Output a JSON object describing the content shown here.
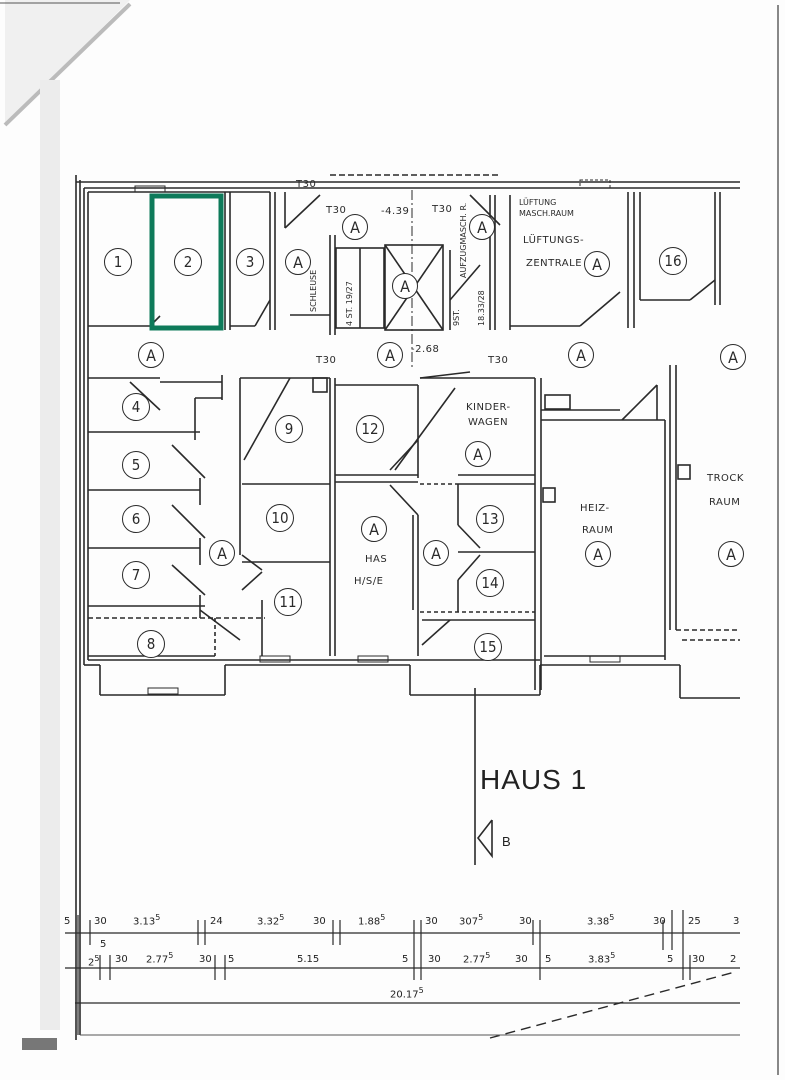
{
  "drawing": {
    "title": "HAUS 1",
    "section_marker": "B",
    "highlight_color": "#0e7a5a",
    "line_color": "#2a2a2a",
    "highlighted_room": "2"
  },
  "rooms": {
    "r1": "1",
    "r2": "2",
    "r3": "3",
    "r4": "4",
    "r5": "5",
    "r6": "6",
    "r7": "7",
    "r8": "8",
    "r9": "9",
    "r10": "10",
    "r11": "11",
    "r12": "12",
    "r13": "13",
    "r14": "14",
    "r15": "15",
    "r16": "16"
  },
  "zone_marker": "A",
  "labels": {
    "lueftung_masch": "LÜFTUNG",
    "lueftung_masch2": "MASCH.RAUM",
    "lueftungs_zentrale1": "LÜFTUNGS-",
    "lueftungs_zentrale2": "ZENTRALE",
    "kinderwagen1": "KINDER-",
    "kinderwagen2": "WAGEN",
    "heizraum1": "HEIZ-",
    "heizraum2": "RAUM",
    "trockenraum1": "TROCK",
    "trockenraum2": "RAUM",
    "has1": "HAS",
    "has2": "H/S/E",
    "schleuse": "SCHLEUSE",
    "stair1": "4 ST. 19/27",
    "stair2": "9ST.",
    "stair3": "18.33/28",
    "aufzug": "AUFZUGMASCH. R.",
    "t30": "T30",
    "level_top": "-4.39",
    "level_mid": "-2.68"
  },
  "dimensions": {
    "row1": [
      "5",
      "30",
      "3.13",
      "5",
      "24",
      "3.32",
      "5",
      "30",
      "1.88",
      "5",
      "30",
      "307",
      "5",
      "30",
      "3.38",
      "5",
      "30",
      "25",
      "3"
    ],
    "row2": [
      "2",
      "5",
      "5",
      "30",
      "2.77",
      "5",
      "30",
      "5",
      "5.15",
      "5",
      "30",
      "2.77",
      "5",
      "30",
      "5",
      "3.83",
      "5",
      "5",
      "30",
      "2"
    ],
    "total": "20.17",
    "total_sup": "5"
  }
}
